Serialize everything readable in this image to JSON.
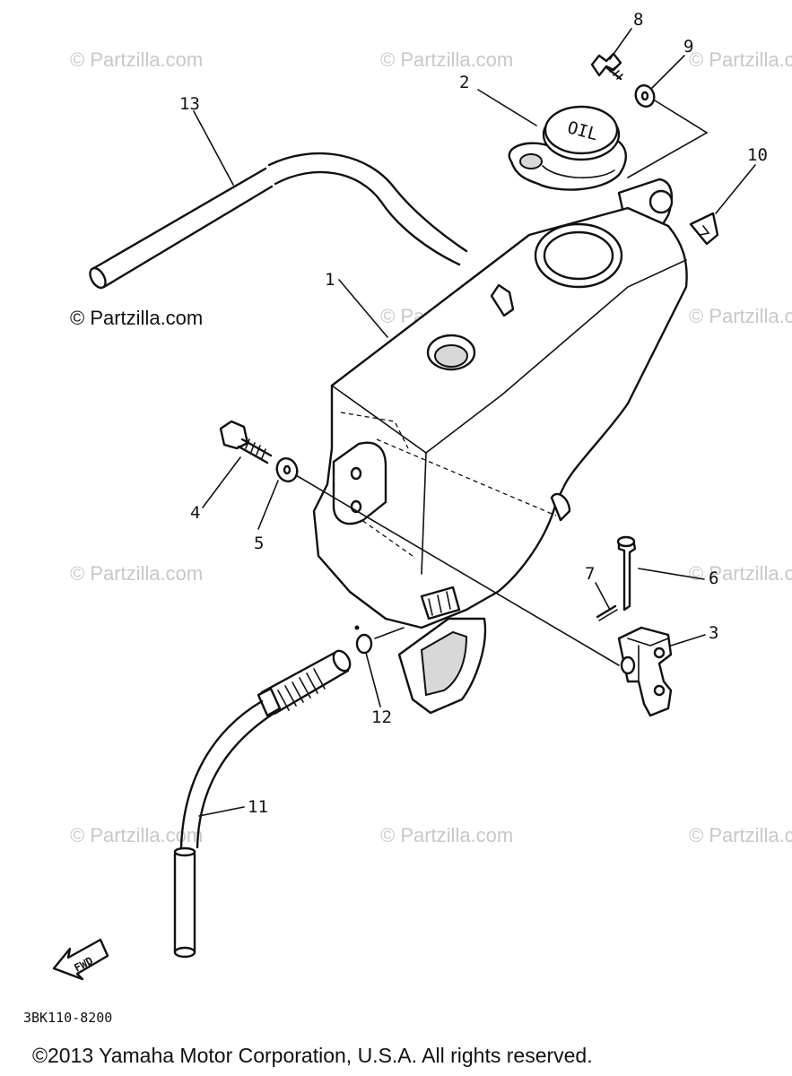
{
  "watermarks": {
    "text": "© Partzilla.com",
    "dark_text": "© Partzilla.com"
  },
  "callouts": {
    "c1": "1",
    "c2": "2",
    "c3": "3",
    "c4": "4",
    "c5": "5",
    "c6": "6",
    "c7": "7",
    "c8": "8",
    "c9": "9",
    "c10": "10",
    "c11": "11",
    "c12": "12",
    "c13": "13"
  },
  "cap_text": "OIL",
  "fwd_label": "FWD",
  "diagram_code": "3BK110-8200",
  "copyright": "©2013 Yamaha Motor Corporation, U.S.A. All rights reserved."
}
